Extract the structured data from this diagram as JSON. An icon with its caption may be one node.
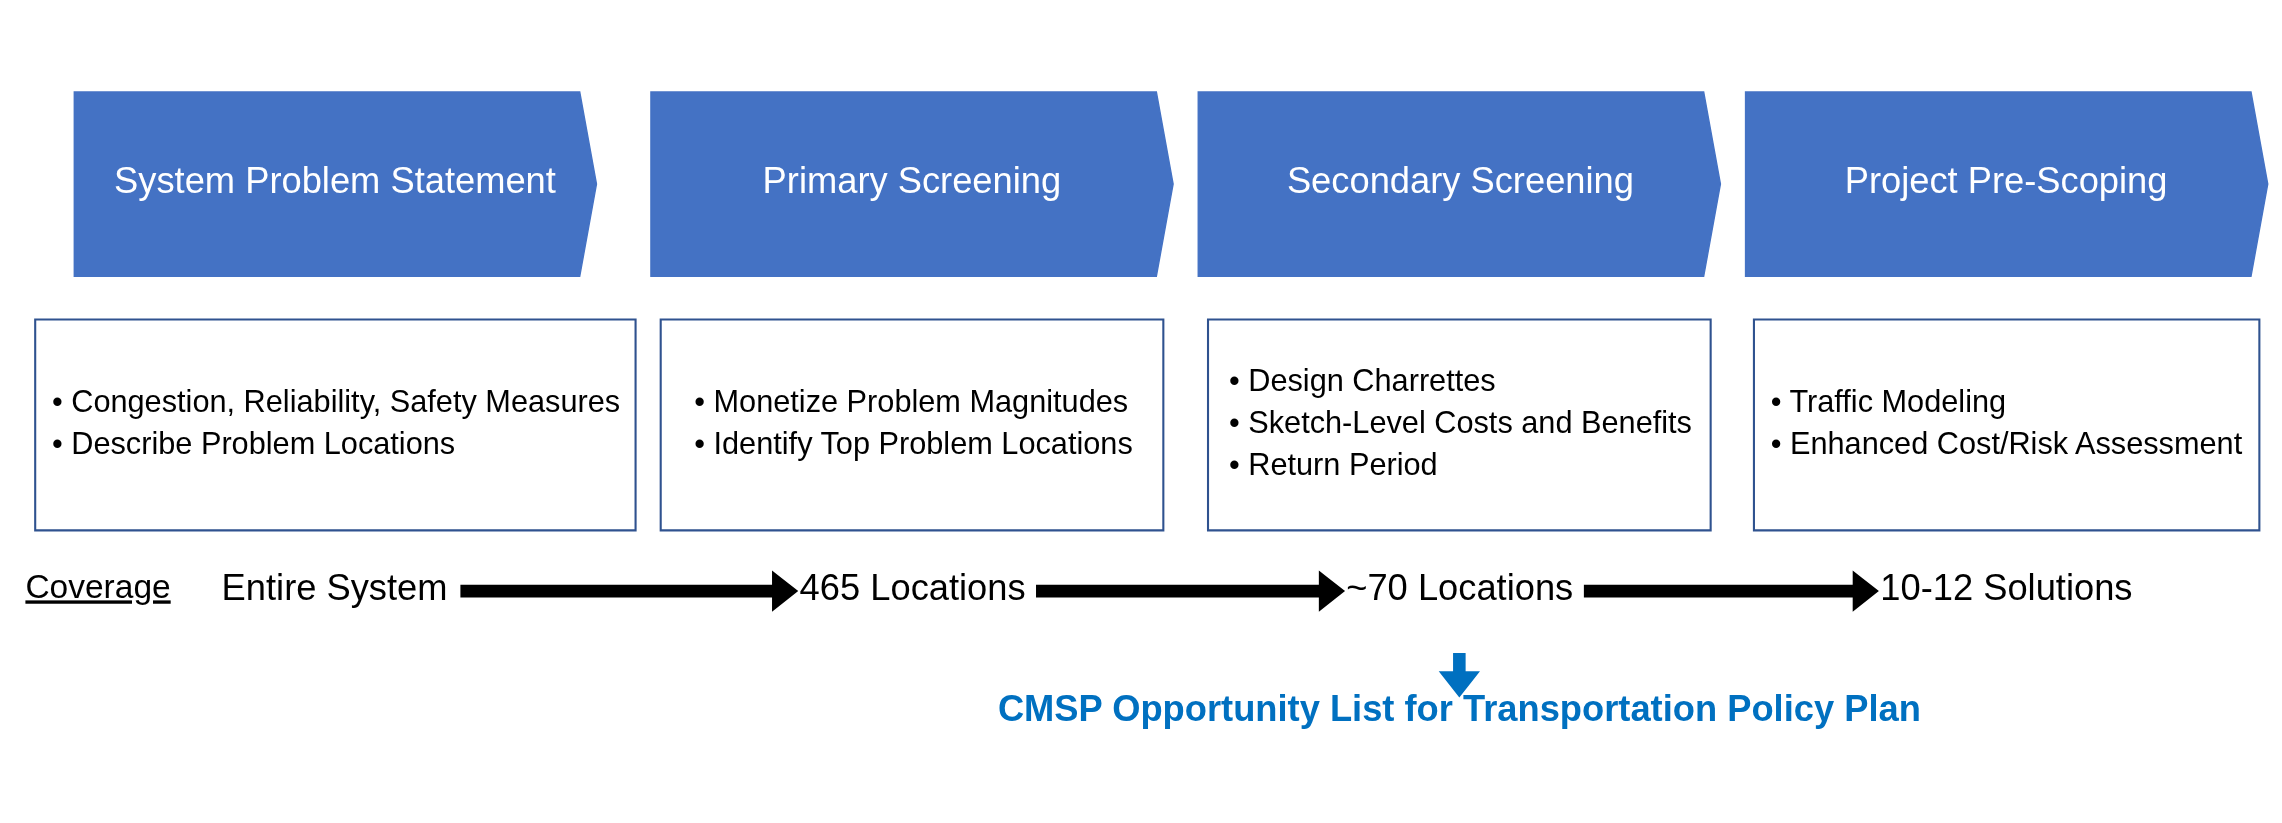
{
  "diagram": {
    "nodes": [
      {
        "text": [
          "System Problem Statement"
        ]
      },
      {
        "text": [
          "Primary Screening"
        ]
      },
      {
        "text": [
          "Secondary Screening"
        ]
      },
      {
        "text": [
          "Project Pre-Scoping"
        ]
      },
      {
        "text": [
          "• Congestion, Reliability, Safety Measures",
          "• Describe Problem Locations"
        ]
      },
      {
        "text": [
          "• Monetize Problem Magnitudes",
          "• Identify Top Problem Locations"
        ]
      },
      {
        "text": [
          "• Design Charrettes",
          "• Sketch-Level Costs and Benefits",
          "• Return Period"
        ]
      },
      {
        "text": [
          "• Traffic Modeling",
          "• Enhanced Cost/Risk Assessment"
        ]
      },
      {
        "text": [
          "Entire System"
        ]
      },
      {
        "text": [
          "465 Locations"
        ]
      },
      {
        "text": [
          "~70 Locations"
        ]
      },
      {
        "text": [
          "10-12 Solutions"
        ]
      },
      {
        "text": [
          "CMSP Opportunity List for Transportation Policy Plan"
        ]
      }
    ],
    "edges": [
      {
        "from": 8,
        "to": 9,
        "arrow": "to"
      },
      {
        "from": 9,
        "to": 10,
        "arrow": "to"
      },
      {
        "from": 10,
        "to": 11,
        "arrow": "to"
      },
      {
        "from": null,
        "to": 12,
        "arrow": "to",
        "color": "#0070c0"
      }
    ],
    "labels": [
      "Coverage"
    ]
  }
}
